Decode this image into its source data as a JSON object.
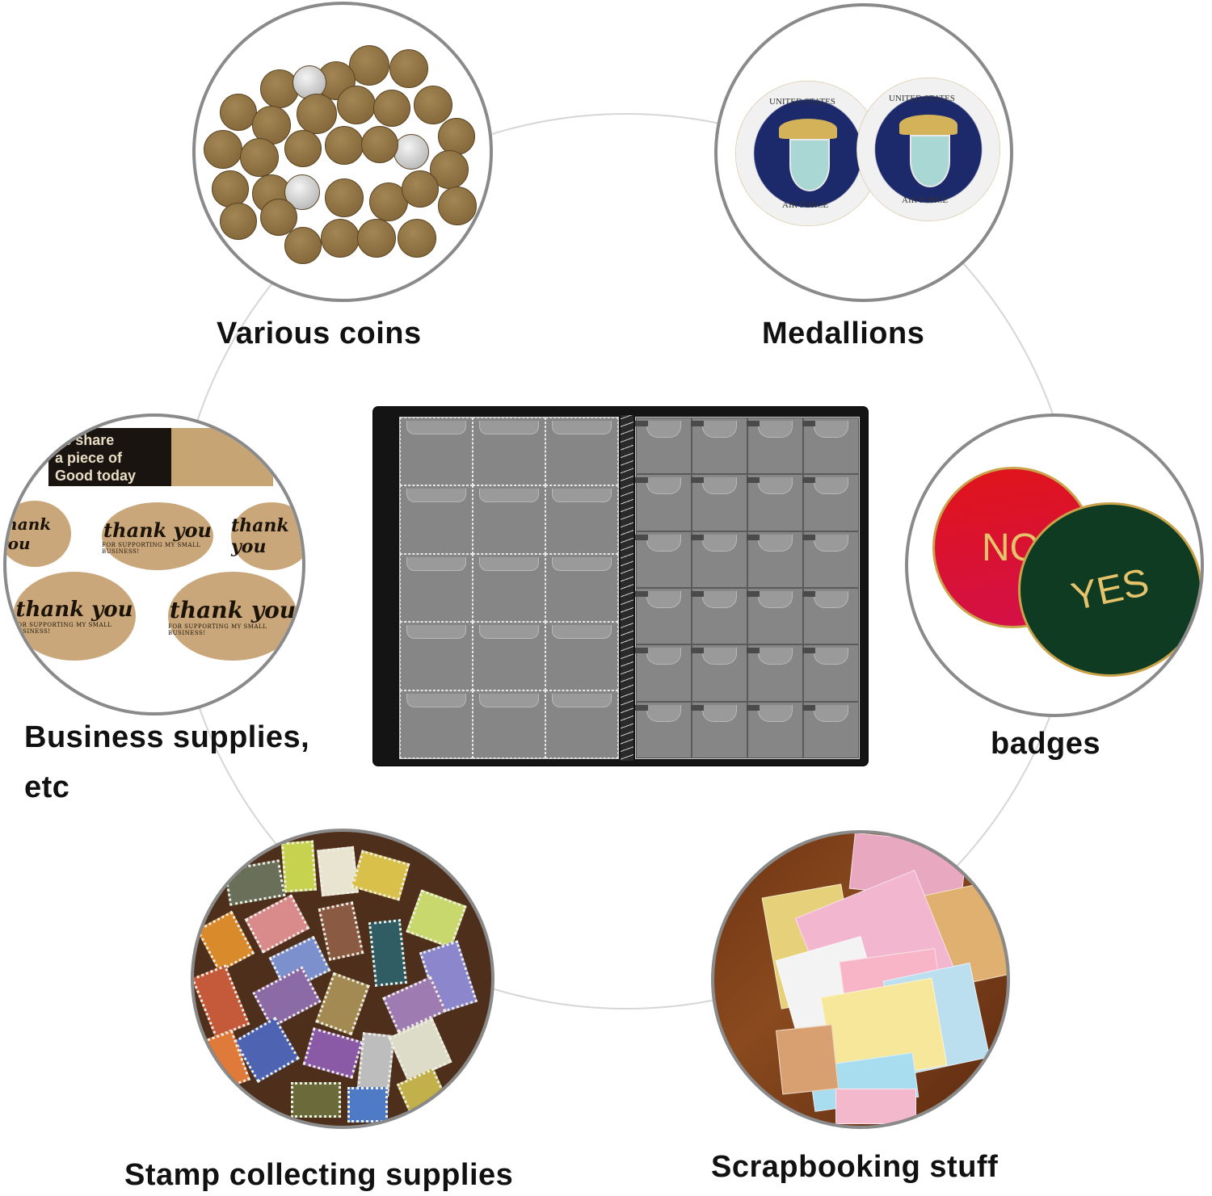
{
  "product": {
    "name": "coin collection album",
    "left_page": {
      "columns": 3,
      "rows": 5,
      "pocket_style": "stitched clear pockets"
    },
    "right_page": {
      "columns": 4,
      "rows": 6,
      "pocket_style": "clear strip pockets"
    },
    "cover_color": "#141414"
  },
  "uses": [
    {
      "id": "coins",
      "label": "Various coins",
      "image": "pile of wheat pennies"
    },
    {
      "id": "medallions",
      "label": "Medallions",
      "image": "two United States Air Force challenge coins",
      "medal_text_top": "UNITED STATES",
      "medal_text_bottom": "AIR FORCE"
    },
    {
      "id": "business",
      "label_line1": "Business supplies,",
      "label_line2": "etc",
      "image": "kraft thank-you stickers",
      "banner_line1": "t's share",
      "banner_line2": "a piece of",
      "banner_line3": "Good today",
      "sticker_title": "thank you",
      "sticker_sub": "FOR SUPPORTING MY SMALL BUSINESS!"
    },
    {
      "id": "badges",
      "label": "badges",
      "image": "NO and YES enamel tokens",
      "badge_no": "NO",
      "badge_yes": "YES"
    },
    {
      "id": "stamps",
      "label": "Stamp collecting supplies",
      "image": "assorted vintage postage stamps"
    },
    {
      "id": "scrapbook",
      "label": "Scrapbooking stuff",
      "image": "pile of decorative scrapbook papers"
    }
  ],
  "colors": {
    "circle_border": "#8a8a8a",
    "connector": "#d6d6d6",
    "label_text": "#111111",
    "badge_red": "#d8101a",
    "badge_green": "#0f3b22",
    "medal_blue": "#1c2a6b"
  }
}
